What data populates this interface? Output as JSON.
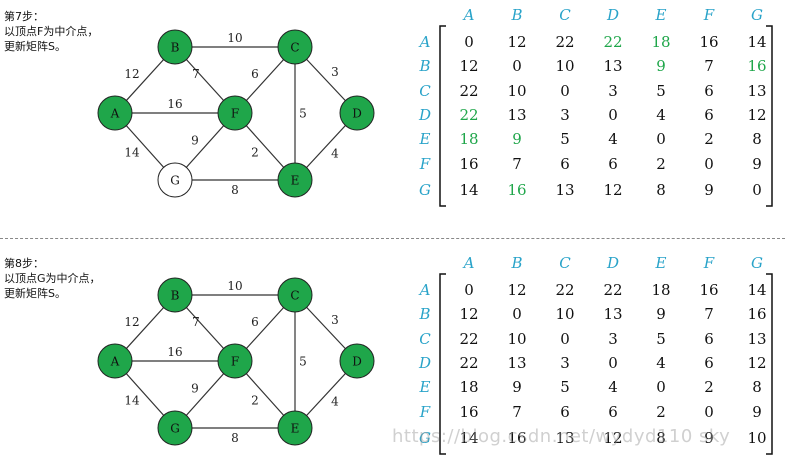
{
  "colors": {
    "node_fill": "#1fa64a",
    "node_white": "#ffffff",
    "edge": "#333333",
    "header": "#29a3c9",
    "highlight": "#1fa64a",
    "cell": "#111111"
  },
  "vertices": [
    "A",
    "B",
    "C",
    "D",
    "E",
    "F",
    "G"
  ],
  "edges": [
    {
      "from": "A",
      "to": "B",
      "w": "12"
    },
    {
      "from": "A",
      "to": "F",
      "w": "16"
    },
    {
      "from": "A",
      "to": "G",
      "w": "14"
    },
    {
      "from": "B",
      "to": "C",
      "w": "10"
    },
    {
      "from": "B",
      "to": "F",
      "w": "7"
    },
    {
      "from": "C",
      "to": "F",
      "w": "6"
    },
    {
      "from": "C",
      "to": "D",
      "w": "3"
    },
    {
      "from": "C",
      "to": "E",
      "w": "5"
    },
    {
      "from": "F",
      "to": "G",
      "w": "9"
    },
    {
      "from": "F",
      "to": "E",
      "w": "2"
    },
    {
      "from": "D",
      "to": "E",
      "w": "4"
    },
    {
      "from": "G",
      "to": "E",
      "w": "8"
    }
  ],
  "panels": [
    {
      "step_label": "第7步：\n以顶点F为中介点，\n更新矩阵S。",
      "white_nodes": [
        "G"
      ],
      "matrix": [
        [
          "0",
          "12",
          "22",
          "22",
          "18",
          "16",
          "14"
        ],
        [
          "12",
          "0",
          "10",
          "13",
          "9",
          "7",
          "16"
        ],
        [
          "22",
          "10",
          "0",
          "3",
          "5",
          "6",
          "13"
        ],
        [
          "22",
          "13",
          "3",
          "0",
          "4",
          "6",
          "12"
        ],
        [
          "18",
          "9",
          "5",
          "4",
          "0",
          "2",
          "8"
        ],
        [
          "16",
          "7",
          "6",
          "6",
          "2",
          "0",
          "9"
        ],
        [
          "14",
          "16",
          "13",
          "12",
          "8",
          "9",
          "0"
        ]
      ],
      "highlights": [
        [
          0,
          3
        ],
        [
          0,
          4
        ],
        [
          1,
          4
        ],
        [
          1,
          6
        ],
        [
          3,
          0
        ],
        [
          4,
          0
        ],
        [
          4,
          1
        ],
        [
          6,
          1
        ]
      ]
    },
    {
      "step_label": "第8步：\n以顶点G为中介点，\n更新矩阵S。",
      "white_nodes": [],
      "matrix": [
        [
          "0",
          "12",
          "22",
          "22",
          "18",
          "16",
          "14"
        ],
        [
          "12",
          "0",
          "10",
          "13",
          "9",
          "7",
          "16"
        ],
        [
          "22",
          "10",
          "0",
          "3",
          "5",
          "6",
          "13"
        ],
        [
          "22",
          "13",
          "3",
          "0",
          "4",
          "6",
          "12"
        ],
        [
          "18",
          "9",
          "5",
          "4",
          "0",
          "2",
          "8"
        ],
        [
          "16",
          "7",
          "6",
          "6",
          "2",
          "0",
          "9"
        ],
        [
          "14",
          "16",
          "13",
          "12",
          "8",
          "9",
          "10"
        ]
      ],
      "highlights": []
    }
  ],
  "watermark": "https://blog.csdn.net/wydyd110",
  "watermark_suffix": "sky"
}
